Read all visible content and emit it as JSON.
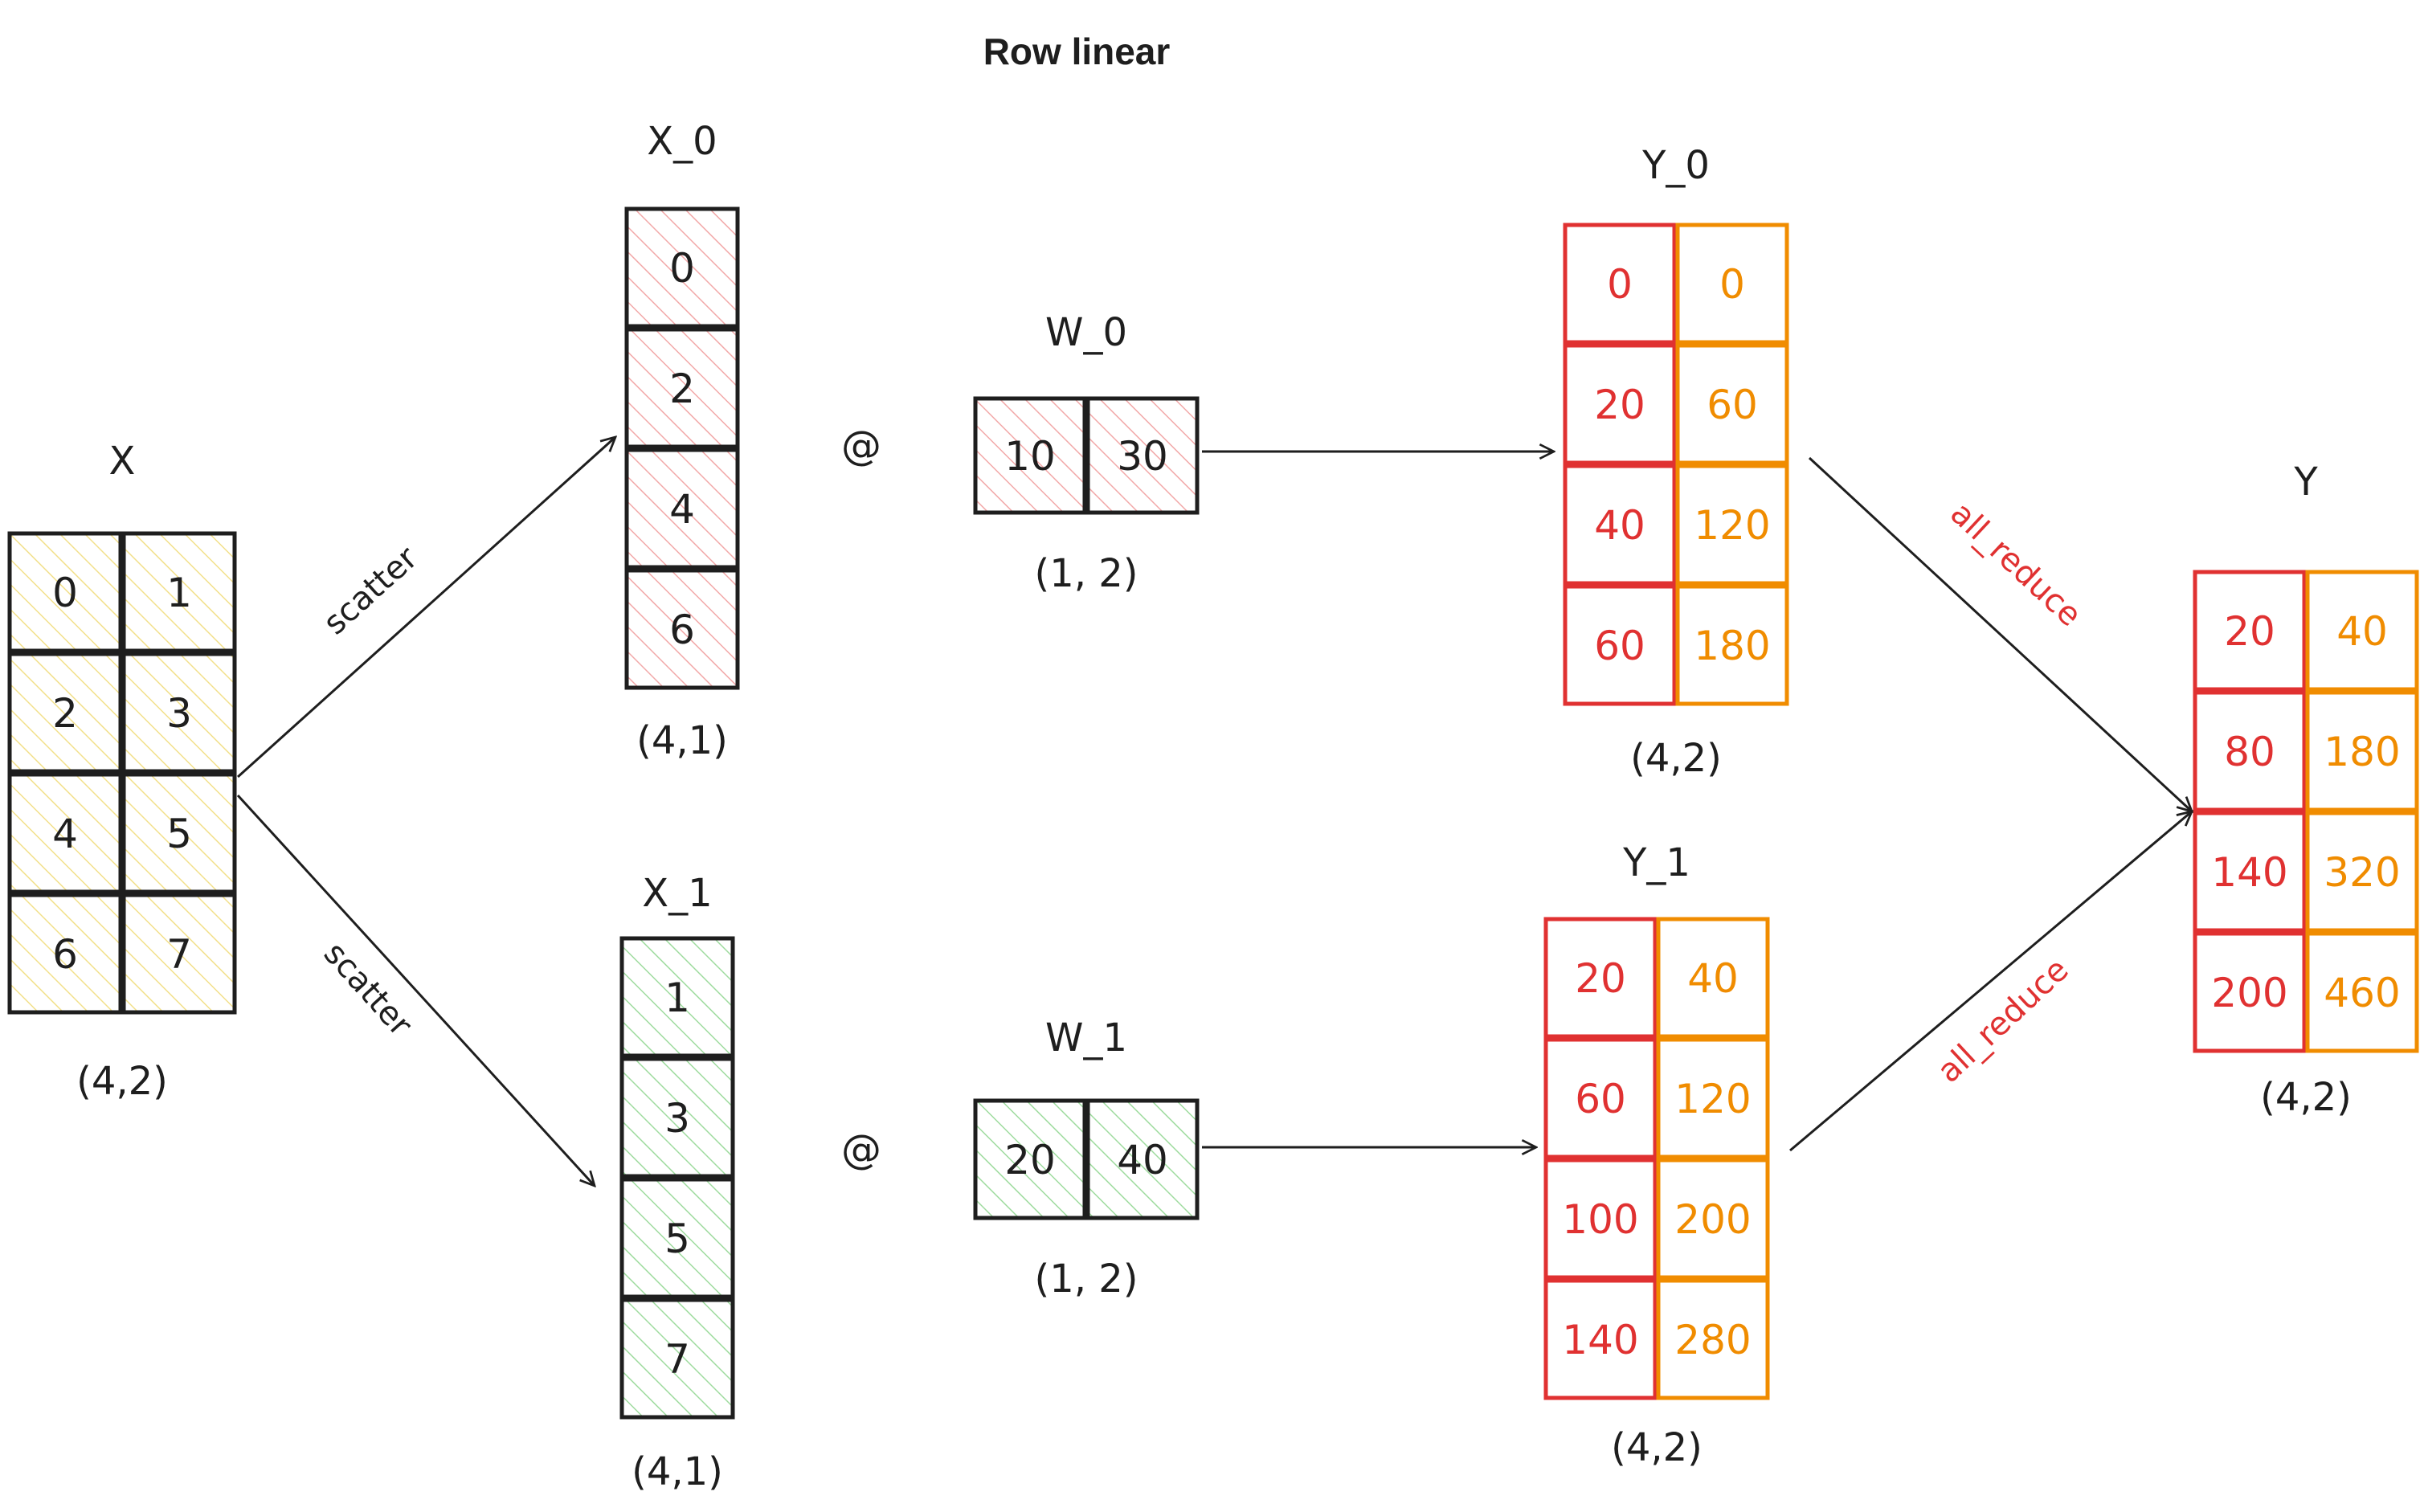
{
  "title": "Row linear",
  "colors": {
    "ink": "#1e1e1e",
    "yellow_hatch": "#f2e08a",
    "red_hatch": "#f2a8a8",
    "green_hatch": "#9edb9e",
    "red": "#e03131",
    "orange": "#f08c00"
  },
  "operator": "@",
  "X": {
    "name": "X",
    "shape": "(4,2)",
    "cells": [
      [
        "0",
        "1"
      ],
      [
        "2",
        "3"
      ],
      [
        "4",
        "5"
      ],
      [
        "6",
        "7"
      ]
    ]
  },
  "X_0": {
    "name": "X_0",
    "shape": "(4,1)",
    "cells": [
      [
        "0"
      ],
      [
        "2"
      ],
      [
        "4"
      ],
      [
        "6"
      ]
    ]
  },
  "X_1": {
    "name": "X_1",
    "shape": "(4,1)",
    "cells": [
      [
        "1"
      ],
      [
        "3"
      ],
      [
        "5"
      ],
      [
        "7"
      ]
    ]
  },
  "W_0": {
    "name": "W_0",
    "shape": "(1, 2)",
    "cells": [
      [
        "10",
        "30"
      ]
    ]
  },
  "W_1": {
    "name": "W_1",
    "shape": "(1, 2)",
    "cells": [
      [
        "20",
        "40"
      ]
    ]
  },
  "Y_0": {
    "name": "Y_0",
    "shape": "(4,2)",
    "cells": [
      [
        "0",
        "0"
      ],
      [
        "20",
        "60"
      ],
      [
        "40",
        "120"
      ],
      [
        "60",
        "180"
      ]
    ]
  },
  "Y_1": {
    "name": "Y_1",
    "shape": "(4,2)",
    "cells": [
      [
        "20",
        "40"
      ],
      [
        "60",
        "120"
      ],
      [
        "100",
        "200"
      ],
      [
        "140",
        "280"
      ]
    ]
  },
  "Y": {
    "name": "Y",
    "shape": "(4,2)",
    "cells": [
      [
        "20",
        "40"
      ],
      [
        "80",
        "180"
      ],
      [
        "140",
        "320"
      ],
      [
        "200",
        "460"
      ]
    ]
  },
  "edges": {
    "scatter": "scatter",
    "all_reduce": "all_reduce"
  }
}
